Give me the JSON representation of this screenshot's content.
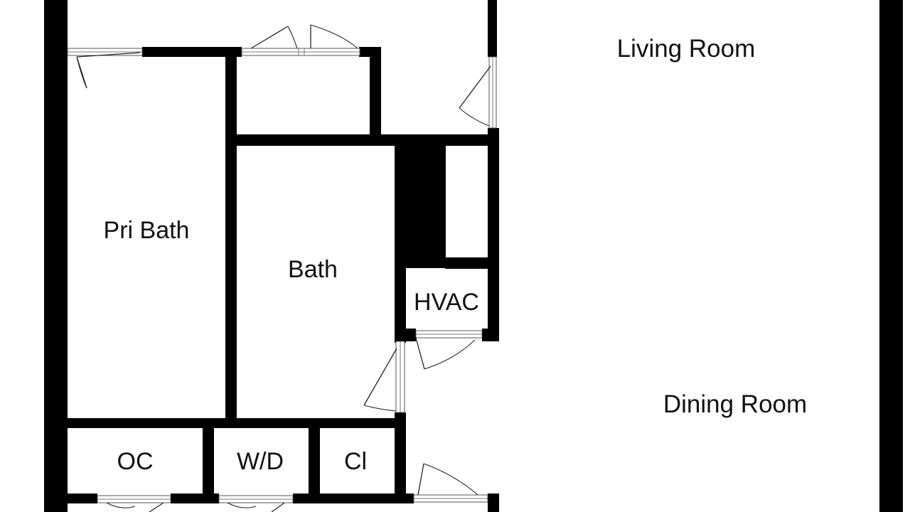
{
  "plan": {
    "wall_color": "#000000",
    "background_color": "#ffffff",
    "rooms": {
      "living_room": "Living Room",
      "primary_bath": "Pri Bath",
      "bath": "Bath",
      "hvac": "HVAC",
      "dining_room": "Dining Room",
      "oc": "OC",
      "washer_dryer": "W/D",
      "closet": "Cl"
    }
  }
}
